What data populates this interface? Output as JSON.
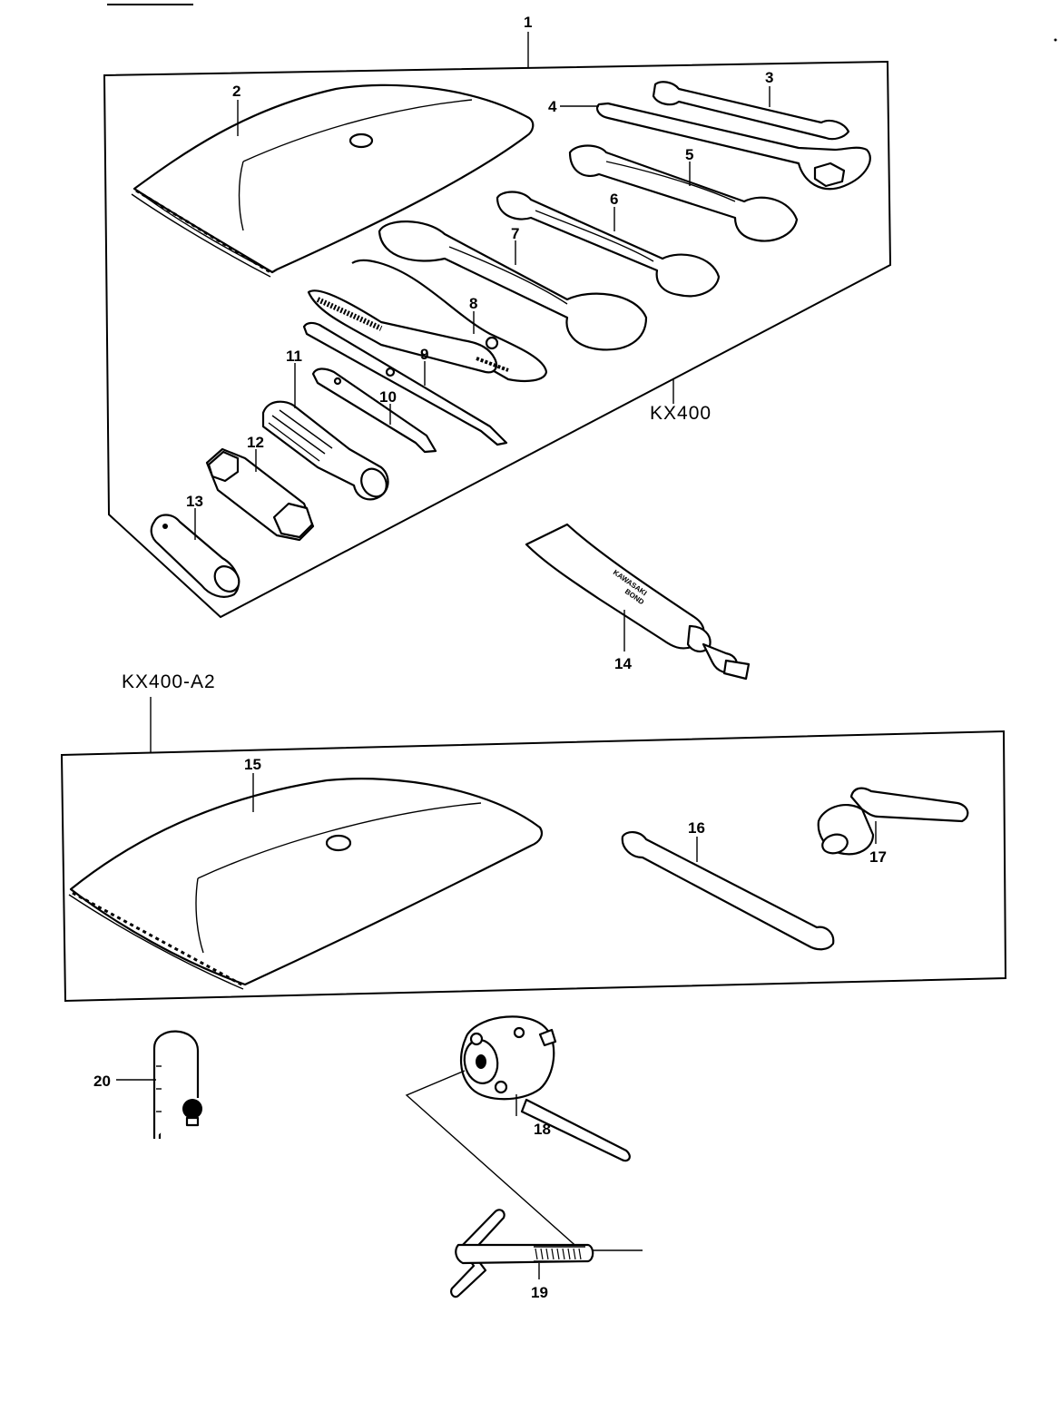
{
  "header_mark": "",
  "groups": {
    "kx400": "KX400",
    "kx400_a2": "KX400-A2"
  },
  "tube_brand": [
    "KAWASAKI",
    "BOND"
  ],
  "callouts": [
    "1",
    "2",
    "3",
    "4",
    "5",
    "6",
    "7",
    "8",
    "9",
    "10",
    "11",
    "12",
    "13",
    "14",
    "15",
    "16",
    "17",
    "18",
    "19",
    "20"
  ],
  "colors": {
    "ink": "#000000",
    "paper": "#ffffff"
  }
}
